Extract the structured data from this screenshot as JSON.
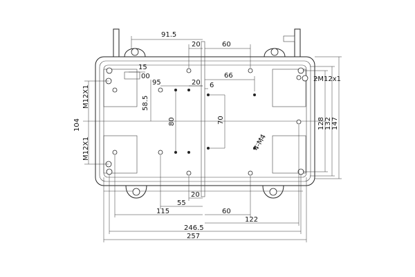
{
  "dimensions": {
    "top_91_5": "91.5",
    "top_20": "20",
    "top_60": "60",
    "top_66": "66",
    "top_15": "15",
    "top_00": "00",
    "top_95": "95",
    "mid_20": "20",
    "mid_6": "6",
    "v_58_5": "58.5",
    "v_80": "80",
    "v_70": "70",
    "m4": "4-M4",
    "left_104": "104",
    "m12_left_top": "M12X1",
    "m12_left_bottom": "M12X1",
    "m12_right": "2M12x1",
    "right_128": "128",
    "right_132": "132",
    "right_147": "147",
    "bot_20": "20",
    "bot_55": "55",
    "bot_115": "115",
    "bot_60": "60",
    "bot_122": "122",
    "bot_246_5": "246.5",
    "bot_257": "257"
  },
  "colors": {
    "line": "#222222",
    "background": "#ffffff"
  }
}
